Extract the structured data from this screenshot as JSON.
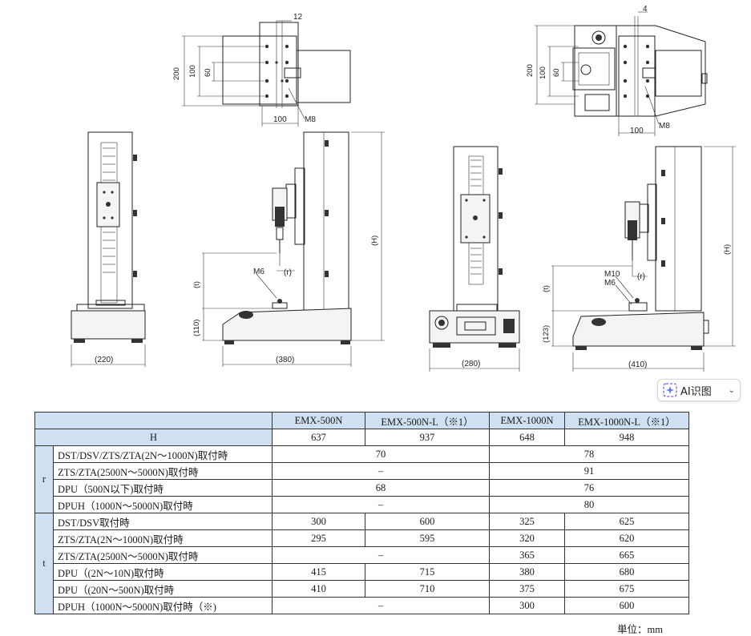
{
  "drawings": {
    "top_left": {
      "dim_12": "12",
      "dim_200": "200",
      "dim_100": "100",
      "dim_60": "60",
      "dim_100b": "100",
      "m8": "M8"
    },
    "top_right": {
      "dim_4": "4",
      "dim_200": "200",
      "dim_100": "100",
      "dim_60": "60",
      "dim_100b": "100",
      "m8": "M8"
    },
    "emx500": {
      "w220": "(220)",
      "w380": "(380)",
      "h": "(H)",
      "t": "(t)",
      "r": "(r)",
      "m6": "M6",
      "h110": "(110)"
    },
    "emx1000": {
      "w280": "(280)",
      "w410": "(410)",
      "h": "(H)",
      "t": "(t)",
      "r": "(r)",
      "m10": "M10",
      "m6": "M6",
      "h123": "(123)"
    }
  },
  "ai_chip": {
    "label": "AI识图",
    "icon": "ai-sparkle-icon"
  },
  "table": {
    "headers": [
      "EMX-500N",
      "EMX-500N-L（※1）",
      "EMX-1000N",
      "EMX-1000N-L（※1）"
    ],
    "h_row": {
      "label": "H",
      "values": [
        "637",
        "937",
        "648",
        "948"
      ]
    },
    "r_group": {
      "label": "r",
      "rows": [
        {
          "label": "DST/DSV/ZTS/ZTA(2N～1000N)取付時",
          "v500": "70",
          "v1000": "78"
        },
        {
          "label": "ZTS/ZTA(2500N～5000N)取付時",
          "v500": "–",
          "v1000": "91"
        },
        {
          "label": "DPU（500N以下)取付時",
          "v500": "68",
          "v1000": "76"
        },
        {
          "label": "DPUH（1000N～5000N)取付時",
          "v500": "–",
          "v1000": "80"
        }
      ]
    },
    "t_group": {
      "label": "t",
      "rows": [
        {
          "label": "DST/DSV取付時",
          "values": [
            "300",
            "600",
            "325",
            "625"
          ]
        },
        {
          "label": "ZTS/ZTA(2N～1000N)取付時",
          "values": [
            "295",
            "595",
            "320",
            "620"
          ]
        },
        {
          "label": "ZTS/ZTA(2500N～5000N)取付時",
          "v500": "–",
          "values1000": [
            "365",
            "665"
          ]
        },
        {
          "label": "DPU（(2N～10N)取付時",
          "values": [
            "415",
            "715",
            "380",
            "680"
          ]
        },
        {
          "label": "DPU（(20N～500N)取付時",
          "values": [
            "410",
            "710",
            "375",
            "675"
          ]
        },
        {
          "label": "DPUH（1000N～5000N)取付時（※)",
          "v500": "–",
          "values1000": [
            "300",
            "600"
          ]
        }
      ]
    }
  },
  "unit": "単位：mm"
}
